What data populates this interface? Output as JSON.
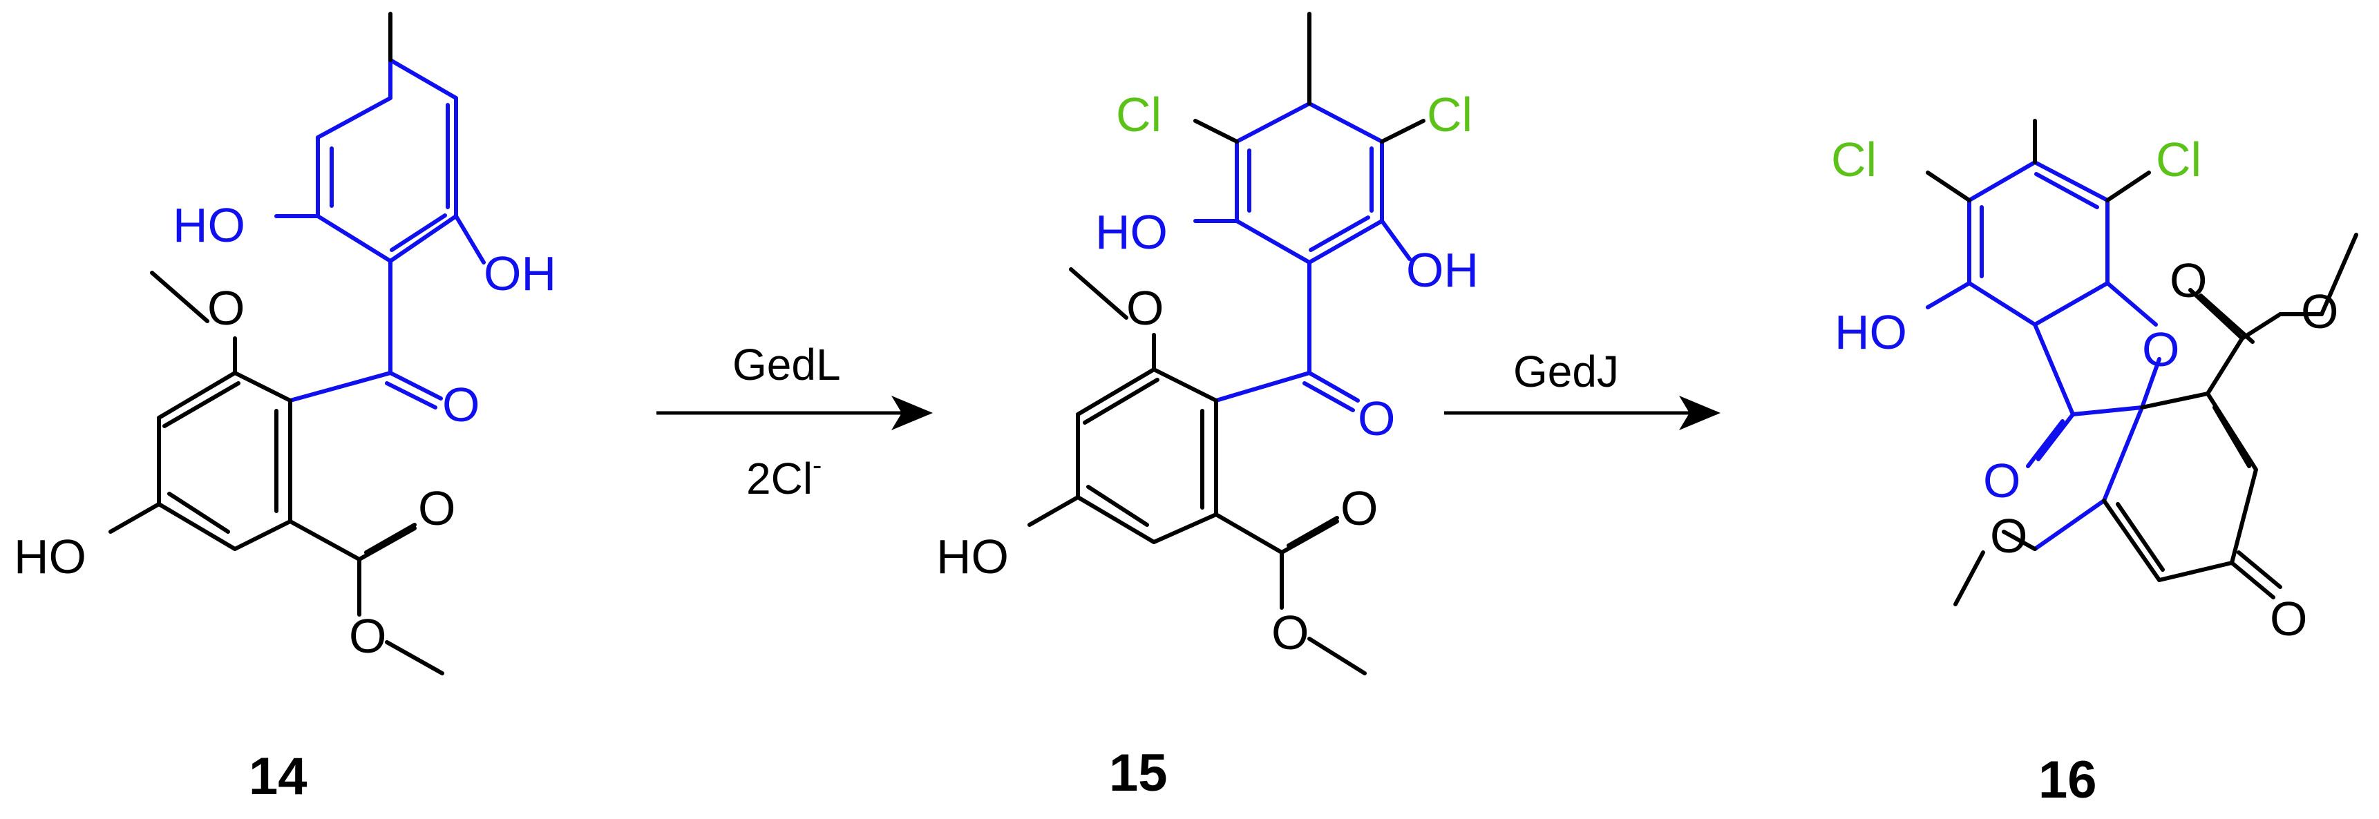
{
  "colors": {
    "black": "#000000",
    "blue": "#1010ee",
    "green": "#5cc21a"
  },
  "compounds": [
    {
      "id": "14",
      "label": "14"
    },
    {
      "id": "15",
      "label": "15"
    },
    {
      "id": "16",
      "label": "16"
    }
  ],
  "arrows": [
    {
      "from": "14",
      "to": "15",
      "above": "GedL",
      "below": "2Cl",
      "below_sup": "-"
    },
    {
      "from": "15",
      "to": "16",
      "above": "GedJ"
    }
  ],
  "atoms": {
    "O": "O",
    "OH": "OH",
    "HO": "HO",
    "Cl": "Cl"
  }
}
